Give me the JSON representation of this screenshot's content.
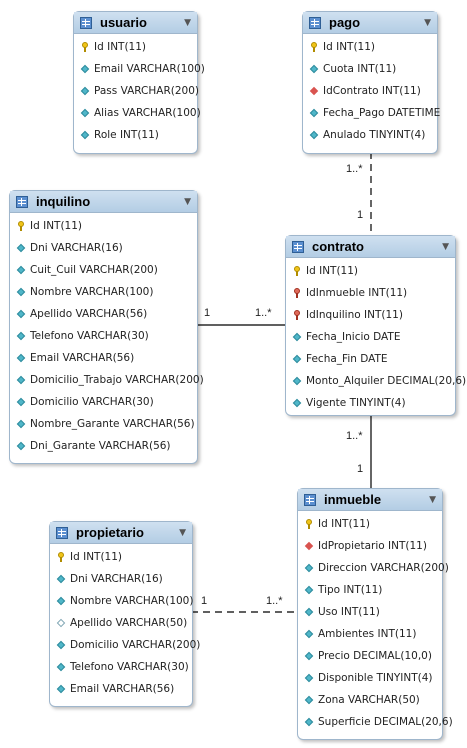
{
  "tables": {
    "usuario": {
      "name": "usuario",
      "columns": [
        {
          "icon": "key",
          "text": "Id INT(11)"
        },
        {
          "icon": "nn",
          "text": "Email VARCHAR(100)"
        },
        {
          "icon": "nn",
          "text": "Pass VARCHAR(200)"
        },
        {
          "icon": "nn",
          "text": "Alias VARCHAR(100)"
        },
        {
          "icon": "nn",
          "text": "Role INT(11)"
        }
      ]
    },
    "pago": {
      "name": "pago",
      "columns": [
        {
          "icon": "key",
          "text": "Id INT(11)"
        },
        {
          "icon": "nn",
          "text": "Cuota INT(11)"
        },
        {
          "icon": "fk",
          "text": "IdContrato INT(11)"
        },
        {
          "icon": "nn",
          "text": "Fecha_Pago DATETIME"
        },
        {
          "icon": "nn",
          "text": "Anulado TINYINT(4)"
        }
      ]
    },
    "inquilino": {
      "name": "inquilino",
      "columns": [
        {
          "icon": "key",
          "text": "Id INT(11)"
        },
        {
          "icon": "nn",
          "text": "Dni VARCHAR(16)"
        },
        {
          "icon": "nn",
          "text": "Cuit_Cuil VARCHAR(200)"
        },
        {
          "icon": "nn",
          "text": "Nombre VARCHAR(100)"
        },
        {
          "icon": "nn",
          "text": "Apellido VARCHAR(56)"
        },
        {
          "icon": "nn",
          "text": "Telefono VARCHAR(30)"
        },
        {
          "icon": "nn",
          "text": "Email VARCHAR(56)"
        },
        {
          "icon": "nn",
          "text": "Domicilio_Trabajo VARCHAR(200)"
        },
        {
          "icon": "nn",
          "text": "Domicilio VARCHAR(30)"
        },
        {
          "icon": "nn",
          "text": "Nombre_Garante VARCHAR(56)"
        },
        {
          "icon": "nn",
          "text": "Dni_Garante VARCHAR(56)"
        }
      ]
    },
    "contrato": {
      "name": "contrato",
      "columns": [
        {
          "icon": "key",
          "text": "Id INT(11)"
        },
        {
          "icon": "fkkey",
          "text": "IdInmueble INT(11)"
        },
        {
          "icon": "fkkey",
          "text": "IdInquilino INT(11)"
        },
        {
          "icon": "nn",
          "text": "Fecha_Inicio DATE"
        },
        {
          "icon": "nn",
          "text": "Fecha_Fin DATE"
        },
        {
          "icon": "nn",
          "text": "Monto_Alquiler DECIMAL(20,6)"
        },
        {
          "icon": "nn",
          "text": "Vigente TINYINT(4)"
        }
      ]
    },
    "propietario": {
      "name": "propietario",
      "columns": [
        {
          "icon": "key",
          "text": "Id INT(11)"
        },
        {
          "icon": "nn",
          "text": "Dni VARCHAR(16)"
        },
        {
          "icon": "nn",
          "text": "Nombre VARCHAR(100)"
        },
        {
          "icon": "nullable",
          "text": "Apellido VARCHAR(50)"
        },
        {
          "icon": "nn",
          "text": "Domicilio VARCHAR(200)"
        },
        {
          "icon": "nn",
          "text": "Telefono VARCHAR(30)"
        },
        {
          "icon": "nn",
          "text": "Email VARCHAR(56)"
        }
      ]
    },
    "inmueble": {
      "name": "inmueble",
      "columns": [
        {
          "icon": "key",
          "text": "Id INT(11)"
        },
        {
          "icon": "fk",
          "text": "IdPropietario INT(11)"
        },
        {
          "icon": "nn",
          "text": "Direccion VARCHAR(200)"
        },
        {
          "icon": "nn",
          "text": "Tipo INT(11)"
        },
        {
          "icon": "nn",
          "text": "Uso INT(11)"
        },
        {
          "icon": "nn",
          "text": "Ambientes INT(11)"
        },
        {
          "icon": "nn",
          "text": "Precio DECIMAL(10,0)"
        },
        {
          "icon": "nn",
          "text": "Disponible TINYINT(4)"
        },
        {
          "icon": "nn",
          "text": "Zona VARCHAR(50)"
        },
        {
          "icon": "nn",
          "text": "Superficie DECIMAL(20,6)"
        }
      ]
    }
  },
  "relationships": {
    "pago_contrato": {
      "from_card": "1..*",
      "to_card": "1",
      "style": "dashed"
    },
    "inquilino_contrato": {
      "from_card": "1",
      "to_card": "1..*",
      "style": "solid"
    },
    "contrato_inmueble": {
      "from_card": "1..*",
      "to_card": "1",
      "style": "solid"
    },
    "propietario_inmueble": {
      "from_card": "1",
      "to_card": "1..*",
      "style": "dashed"
    }
  },
  "colors": {
    "header": "#b3cde4",
    "border": "#9fb6cc",
    "line": "#000000"
  }
}
